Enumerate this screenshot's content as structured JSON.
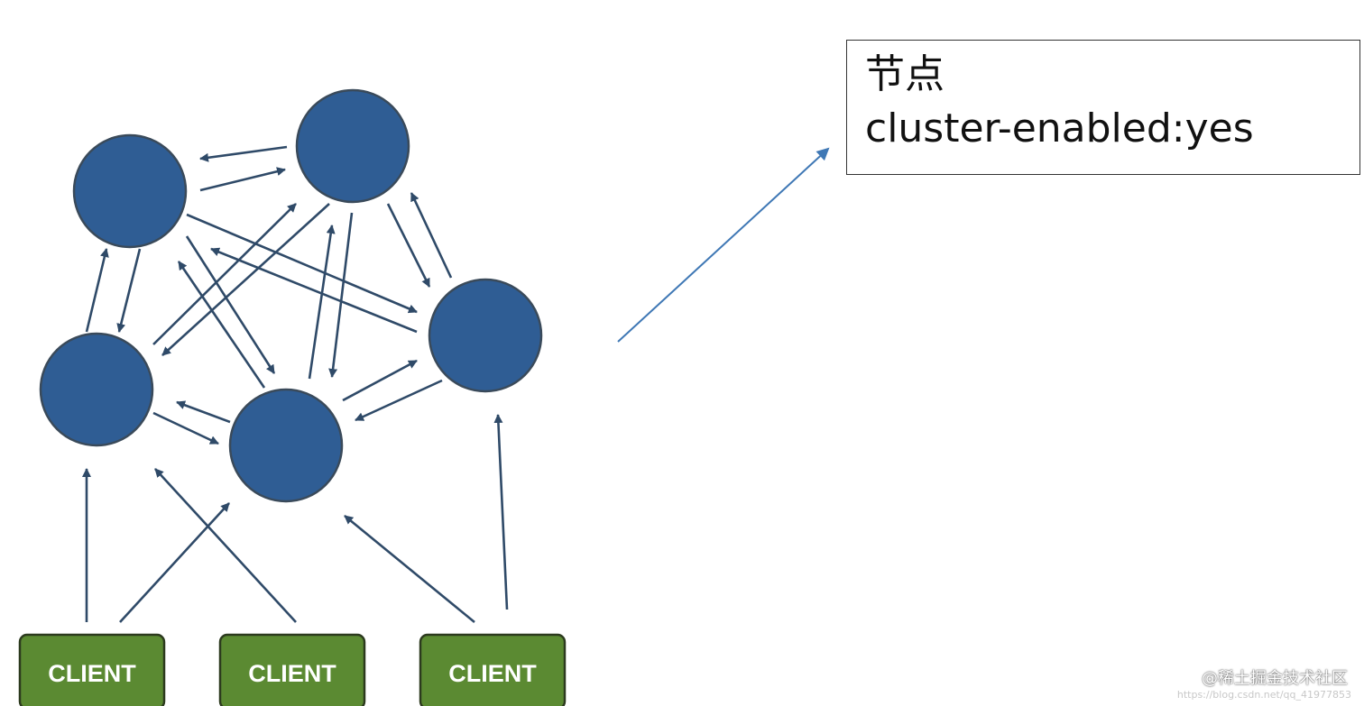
{
  "note": {
    "line1": "节点",
    "line2": "cluster-enabled:yes"
  },
  "nodes": [
    {
      "id": "node-top-left"
    },
    {
      "id": "node-top-right"
    },
    {
      "id": "node-right"
    },
    {
      "id": "node-left"
    },
    {
      "id": "node-center"
    }
  ],
  "clients": [
    {
      "label": "CLIENT"
    },
    {
      "label": "CLIENT"
    },
    {
      "label": "CLIENT"
    }
  ],
  "watermark": {
    "text": "@稀土掘金技术社区",
    "url": "https://blog.csdn.net/qq_41977853"
  },
  "colors": {
    "node_fill": "#2f5d94",
    "client_fill": "#5b8a32",
    "edge": "#2f4a68",
    "pointer": "#3f78b5"
  },
  "icons": {
    "arrowhead": "triangle-arrowhead-icon"
  }
}
